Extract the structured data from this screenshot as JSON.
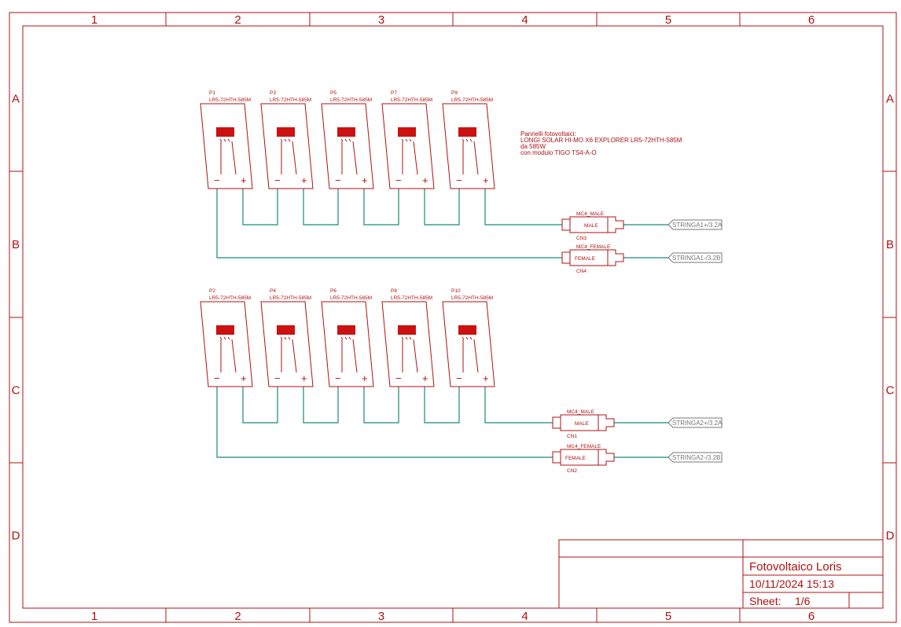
{
  "frame": {
    "columns": [
      "1",
      "2",
      "3",
      "4",
      "5",
      "6"
    ],
    "rows": [
      "A",
      "B",
      "C",
      "D"
    ]
  },
  "title_block": {
    "title": "Fotovoltaico Loris",
    "date": "10/11/2024 15:13",
    "sheet_label": "Sheet:",
    "sheet_value": "1/6"
  },
  "note": {
    "lines": [
      "Pannelli fotovoltaici:",
      "LONGI SOLAR HI-MO X6 EXPLORER LR5-72HTH-585M",
      "da 585W",
      "con modulo TIGO TS4-A-O"
    ]
  },
  "panel_value": "LR5-72HTH-585M",
  "panel_minus": "−",
  "panel_plus": "+",
  "strings": [
    {
      "panels": [
        "P1",
        "P3",
        "P5",
        "P7",
        "P9"
      ],
      "male": {
        "type": "MC4_MALE",
        "inner": "MALE",
        "ref": "CN3"
      },
      "female": {
        "type": "MC4_FEMALE",
        "inner": "FEMALE",
        "ref": "CN4"
      },
      "label_pos": "STRINGA1+/3.2A",
      "label_neg": "STRINGA1-/3.2B"
    },
    {
      "panels": [
        "P2",
        "P4",
        "P6",
        "P8",
        "P10"
      ],
      "male": {
        "type": "MC4_MALE",
        "inner": "MALE",
        "ref": "CN1"
      },
      "female": {
        "type": "MC4_FEMALE",
        "inner": "FEMALE",
        "ref": "CN2"
      },
      "label_pos": "STRINGA2+/3.2A",
      "label_neg": "STRINGA2-/3.2B"
    }
  ]
}
